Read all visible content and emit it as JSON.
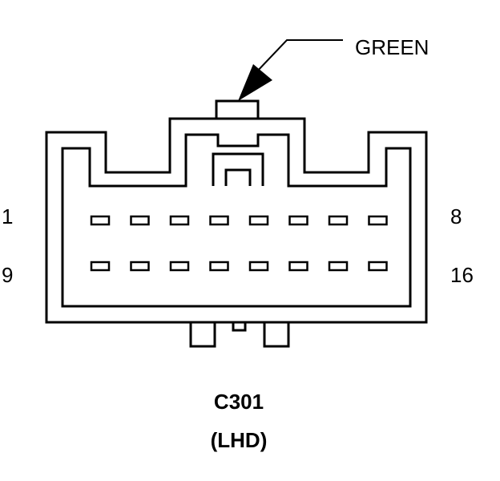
{
  "connector": {
    "id": "C301",
    "variant": "(LHD)",
    "color_label": "GREEN",
    "pin_labels": {
      "top_left": "1",
      "top_right": "8",
      "bottom_left": "9",
      "bottom_right": "16"
    },
    "rows": [
      {
        "name": "top-row",
        "pins": [
          1,
          2,
          3,
          4,
          5,
          6,
          7,
          8
        ]
      },
      {
        "name": "bottom-row",
        "pins": [
          9,
          10,
          11,
          12,
          13,
          14,
          15,
          16
        ]
      }
    ]
  },
  "colors": {
    "stroke": "#000000",
    "background": "#ffffff"
  }
}
